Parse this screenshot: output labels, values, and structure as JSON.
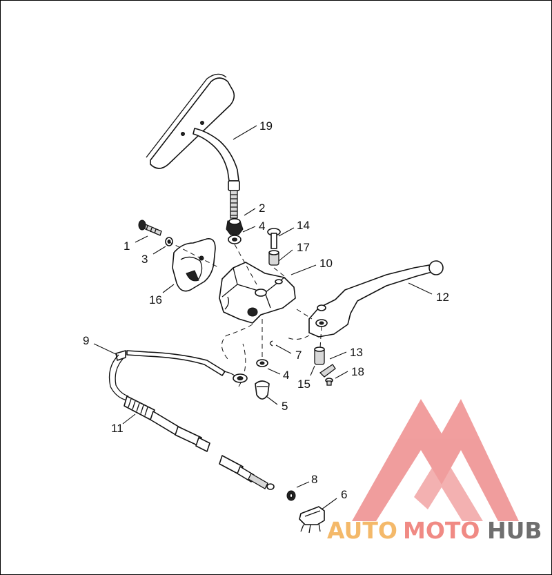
{
  "diagram": {
    "callouts": [
      "1",
      "2",
      "3",
      "4",
      "4",
      "5",
      "6",
      "7",
      "8",
      "9",
      "10",
      "11",
      "12",
      "13",
      "14",
      "15",
      "16",
      "17",
      "18",
      "19"
    ]
  },
  "watermark": {
    "text_part1": "AUTO",
    "text_part2": "MOTO",
    "text_part3": "HUB",
    "colors": {
      "auto": "#f4b96a",
      "moto": "#f08a84",
      "hub": "#6f6f6f",
      "logo": "#ee8d8d"
    }
  }
}
